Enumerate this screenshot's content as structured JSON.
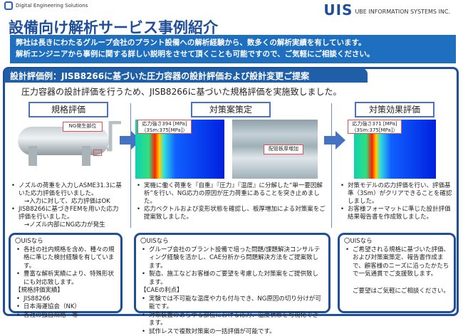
{
  "header": {
    "left_logo_text": "Digital Engineering Solutions",
    "right_logo_mark": "UIS",
    "right_logo_text": "UBE INFORMATION SYSTEMS INC.",
    "title": "設備向け解析サービス事例紹介"
  },
  "intro": {
    "line1": "弊社は長きにわたるグループ会社のプラント設備への解析経験から、数多くの解析実績を有しています。",
    "line2": "解析エンジニアから事例に関する詳しい説明をさせて頂くことも可能ですので、ご気軽にご相談ください。"
  },
  "case": {
    "heading": "設計評価例：JISB8266に基づいた圧力容器の設計評価および設計変更ご提案",
    "subtitle": "圧力容器の設計評価を行うため、JISB8266に基づいた規格評価を実施致しました。"
  },
  "columns": [
    {
      "title": "規格評価",
      "callout": "NG発生部位",
      "bullets": [
        "ノズルの荷重を入力しASME31.3に基いた応力評価を行いました。",
        "→入力に対して、応力評価はOK",
        "JISB8266に基づきFEMを用いた応力評価を行いました。",
        "→ノズル内部にNG応力が発生"
      ]
    },
    {
      "title": "対策案策定",
      "callout_line1": "応力強さ394 [MPa]",
      "callout_line2": "（3Sm:375[MPa]）",
      "callout2": "配管板厚増加",
      "bullets": [
        "実機に働く荷重を『自重』『圧力』『温度』に分解した“単一要因解析”を行い、NG応力の原因が圧力荷重にあることを突き止めました。",
        "応力ベクトルおよび変形状態を確認し、板厚増加による対策案をご提案致しました。"
      ]
    },
    {
      "title": "対策効果評価",
      "callout_line1": "応力強さ371 [MPa]",
      "callout_line2": "（3Sm:375[MPa]）",
      "bullets": [
        "対策モデルの応力評価を行い、評価基準（3Sm）がクリアできることを確認しました。",
        "お客様フォーマットに準じた設計評価結果報告書を作成致しました。"
      ]
    }
  ],
  "boxes": [
    {
      "head": "〇UISなら",
      "items": [
        "各社の社内規格を含め、種々の規格に準じた検討経験を有しています。",
        "豊富な解析実績により、特殊形状にも対応致します。"
      ],
      "sub": "【規格評価実績】",
      "sub_items": [
        "JIS88266",
        "日本海運協会（NK）",
        "各社の独自規格　等"
      ]
    },
    {
      "head": "〇UISなら",
      "items": [
        "グループ会社のプラント設備で培った問題/課題解決コンサルティング経験を活かし、CAE分析から問題解決方法をご提案致します。",
        "製造、施工などお客様のご要望を考慮した対策案をご提供致します。"
      ],
      "sub": "【CAEの利点】",
      "sub_items": [
        "実験では不可能な温度や力も付与でき、NG原因の切り分けが可能です。",
        "対象装置のあらゆる部位における応力、温度状態を可視化できます。",
        "試作レスで複数対策案の一括評価が可能です。"
      ]
    },
    {
      "head": "〇UISなら",
      "items": [
        "ご希望される規格に基づいた評価、および対策案策定、報告書作成まで、顧客様のニーズに沿ったかたちで一気通貫でご支援致します。"
      ],
      "note": "ご要望はご気軽にご相談ください。"
    }
  ],
  "colors": {
    "brand": "#1f4e9a",
    "intro_bg": "#1f6fc0",
    "callout": "#e05050"
  }
}
